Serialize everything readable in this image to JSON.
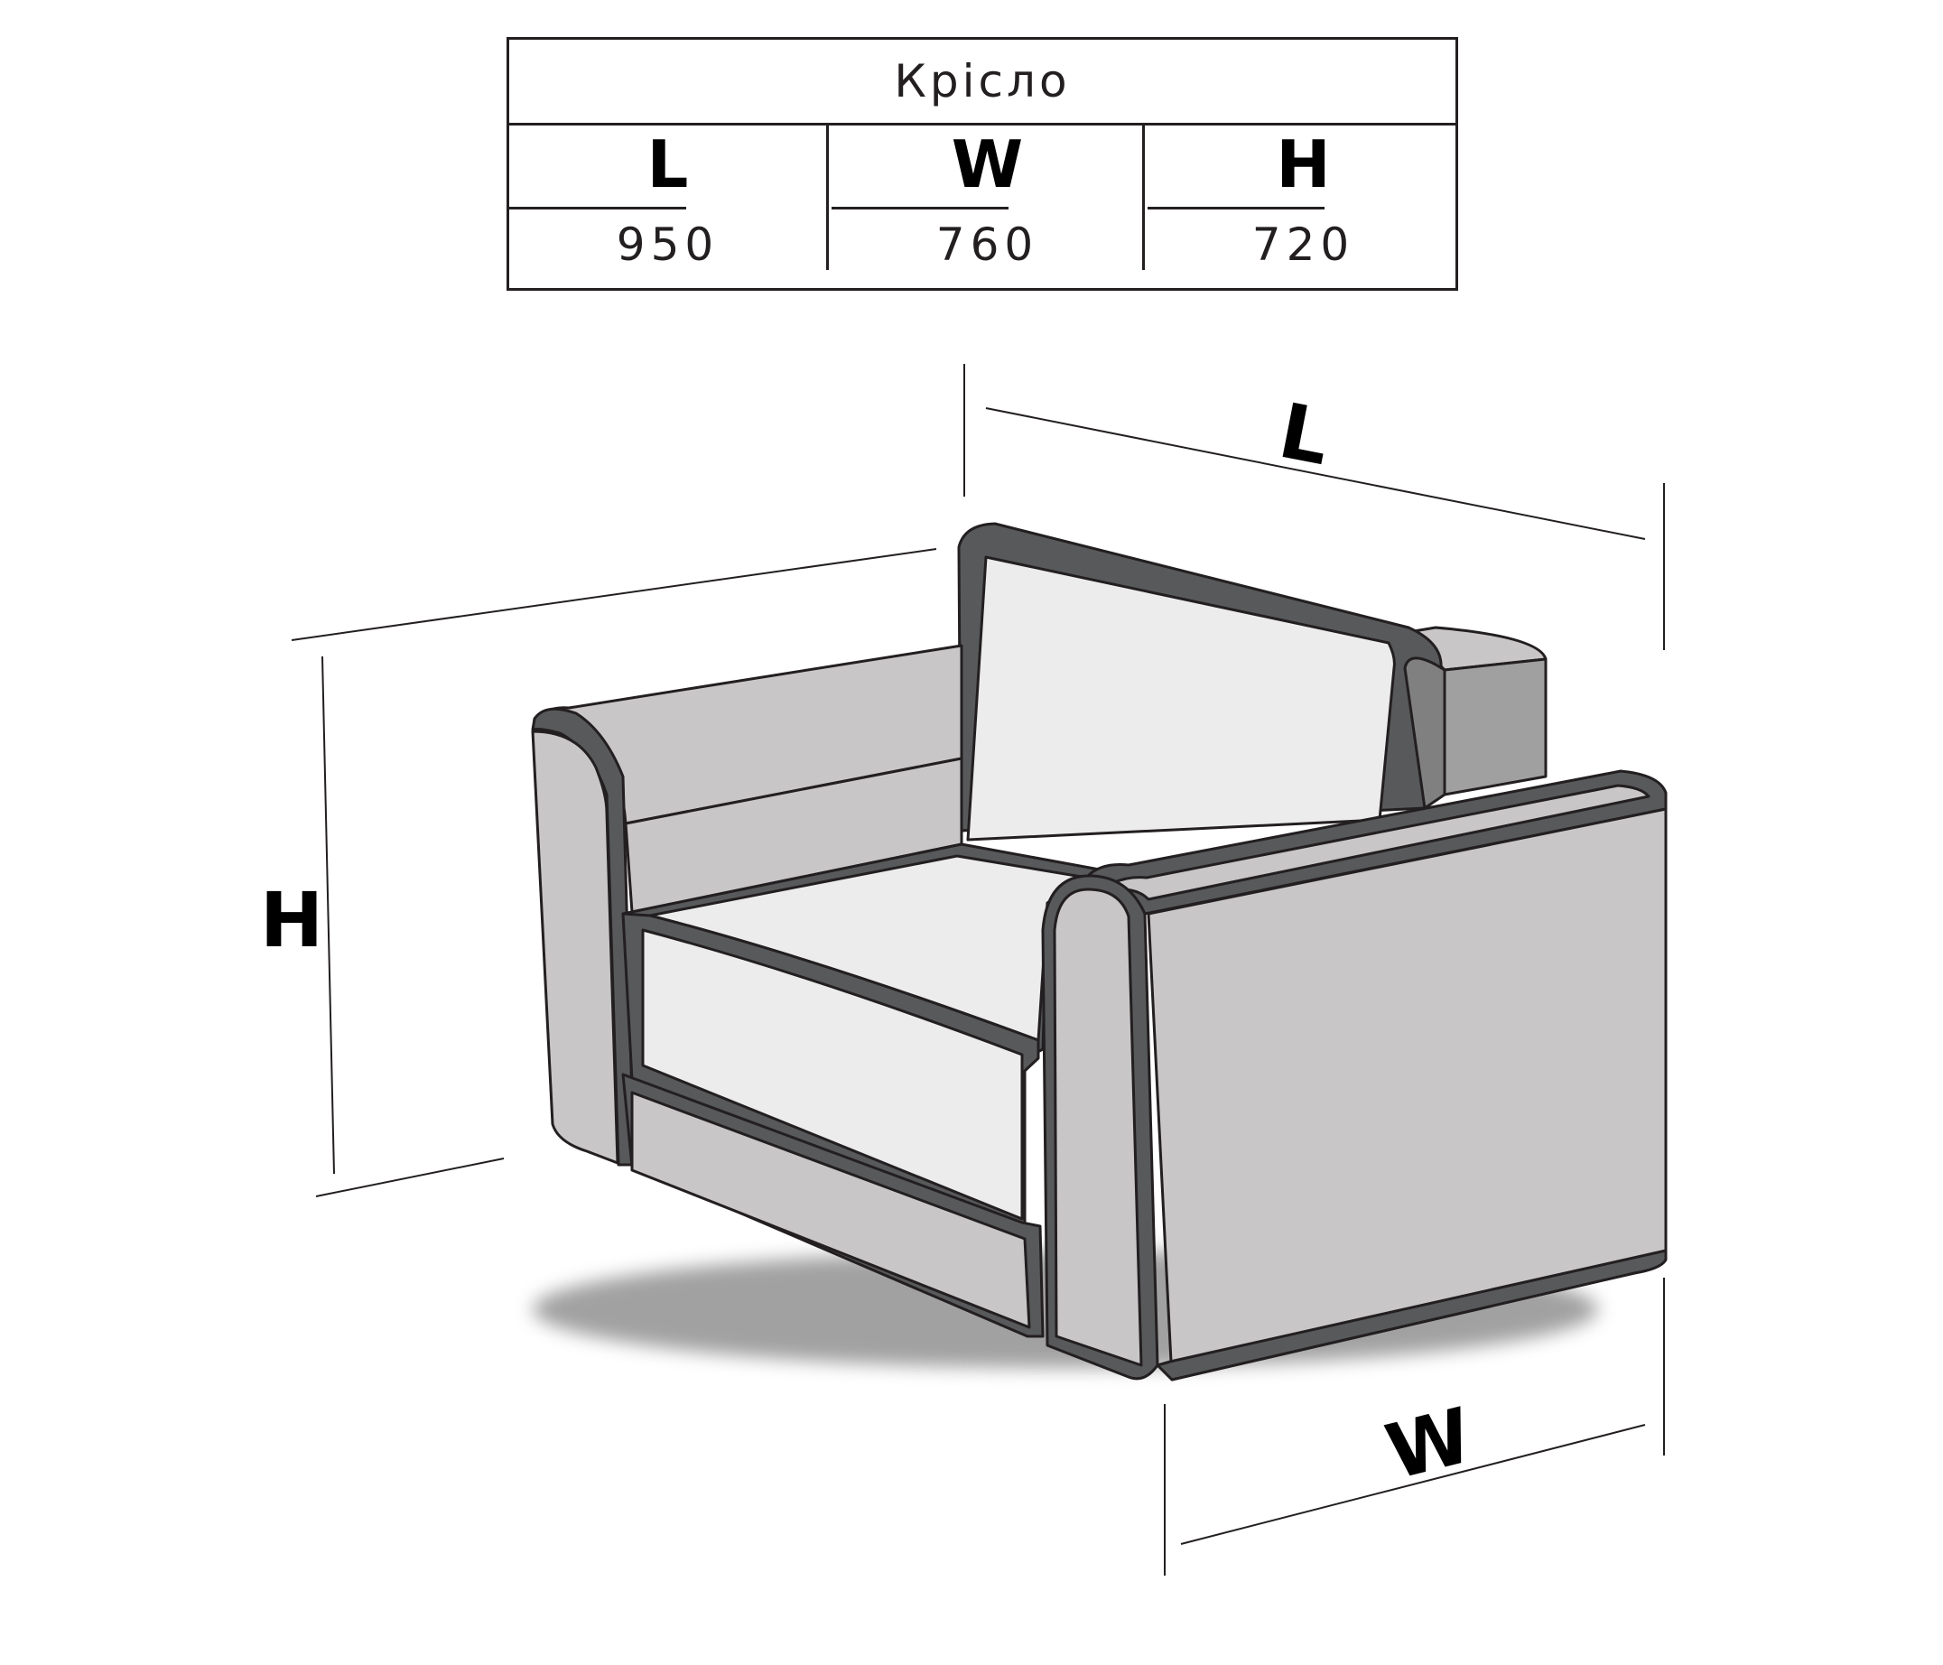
{
  "table": {
    "title": "Крісло",
    "columns": [
      {
        "label": "L",
        "value": "950"
      },
      {
        "label": "W",
        "value": "760"
      },
      {
        "label": "H",
        "value": "720"
      }
    ]
  },
  "drawing": {
    "label_length": "L",
    "label_width": "W",
    "label_height": "H"
  },
  "colors": {
    "outline": "#231f20",
    "trim": "#58595b",
    "body": "#c8c6c7",
    "cushion": "#ececec",
    "inner_shadow": "#a0a0a0"
  }
}
